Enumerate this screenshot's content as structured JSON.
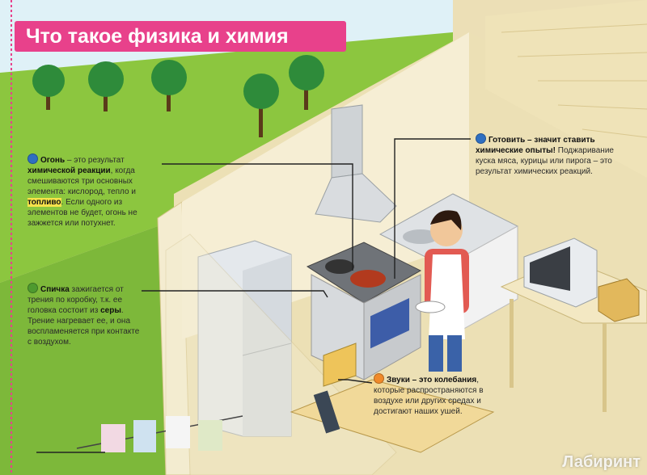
{
  "title": "Что такое физика и химия",
  "colors": {
    "title_bg": "#e8418b",
    "blue_dot": "#2f6fc1",
    "green_dot": "#4e9a2f",
    "orange_dot": "#f08a2a",
    "highlight": "#f7e34a"
  },
  "notes": {
    "fire": {
      "bold1": "Огонь",
      "text1": " – это результат ",
      "bold2": "химической реакции",
      "text2": ", когда смешиваются три основных элемента: кислород, тепло и ",
      "highlight": "топливо",
      "text3": ". Если одного из элементов не будет, огонь не зажжется или потухнет."
    },
    "cooking": {
      "bold": "Готовить – значит ставить химические опыты!",
      "text": " Поджаривание куска мяса, курицы или пирога – это результат химических реакций."
    },
    "match": {
      "bold1": "Спичка",
      "text1": " зажигается от трения по коробку, т.к. ее головка состоит из ",
      "bold2": "серы",
      "text2": ". Трение нагревает ее, и она воспламеняется при контакте с воздухом."
    },
    "sound": {
      "bold": "Звуки – это колебания",
      "text": ", которые распространяются в воздухе или других средах и достигают наших ушей."
    }
  },
  "watermark": "Лабиринт"
}
